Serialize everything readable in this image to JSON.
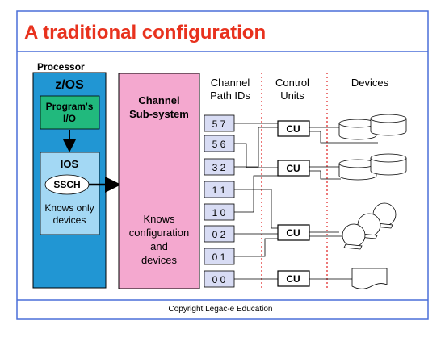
{
  "slide": {
    "title": "A traditional configuration",
    "copyright": "Copyright Legac-e Education",
    "title_color": "#e8321e",
    "accent_blue": "#4a6fd8"
  },
  "processor": {
    "label": "Processor",
    "os": "z/OS",
    "program_io": [
      "Program's",
      "I/O"
    ],
    "ios": "IOS",
    "ssch": "SSCH",
    "knows": [
      "Knows only",
      "devices"
    ],
    "color": "#2196d3"
  },
  "channel_subsystem": {
    "title": [
      "Channel",
      "Sub-system"
    ],
    "knows": [
      "Knows",
      "configuration",
      "and",
      "devices"
    ],
    "color": "#f4a8cf"
  },
  "columns": {
    "chpid_header": [
      "Channel",
      "Path IDs"
    ],
    "cu_header": [
      "Control",
      "Units"
    ],
    "devices_header": "Devices"
  },
  "chpids": [
    "5 7",
    "5 6",
    "3 2",
    "1 1",
    "1 0",
    "0 2",
    "0 1",
    "0 0"
  ],
  "control_units": [
    "CU",
    "CU",
    "CU",
    "CU"
  ],
  "device_icons": [
    "disk-icon",
    "disk-icon",
    "disk-icon",
    "disk-icon",
    "terminal-icon",
    "terminal-icon",
    "terminal-icon",
    "printer-icon"
  ]
}
